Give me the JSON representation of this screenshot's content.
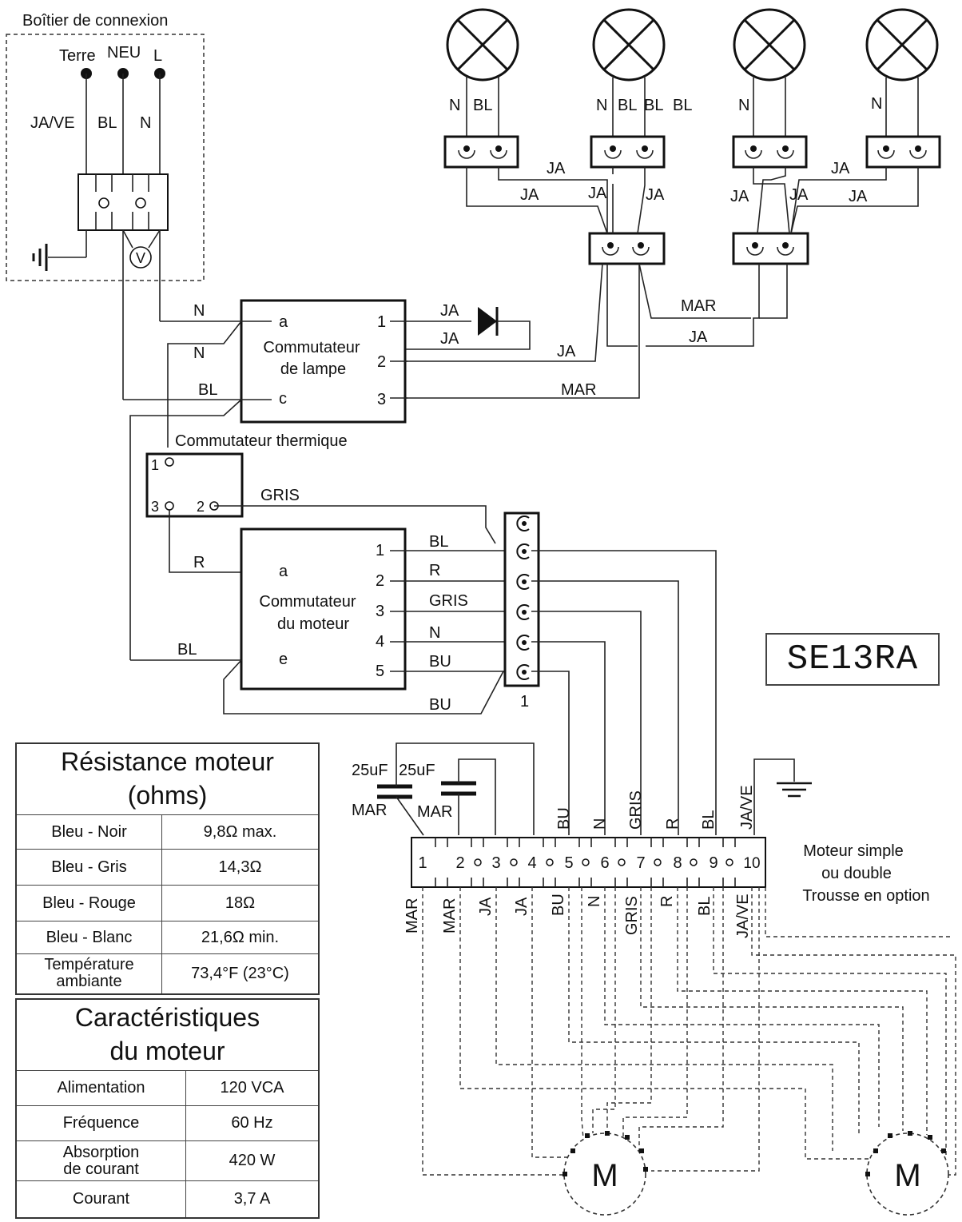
{
  "junction_box": {
    "title": "Boîtier de connexion",
    "terminals": [
      "Terre",
      "NEU",
      "L"
    ],
    "wires": [
      "JA/VE",
      "BL",
      "N"
    ],
    "meter": "V"
  },
  "lamp_switch": {
    "title_line1": "Commutateur",
    "title_line2": "de lampe",
    "pins_left": [
      "a",
      "c"
    ],
    "pins_right": [
      "1",
      "2",
      "3"
    ]
  },
  "thermal_switch": {
    "title": "Commutateur thermique",
    "pins": [
      "1",
      "3",
      "2"
    ]
  },
  "motor_switch": {
    "title_line1": "Commutateur",
    "title_line2": "du moteur",
    "pins_left": [
      "a",
      "e"
    ],
    "pins_right": [
      "1",
      "2",
      "3",
      "4",
      "5"
    ]
  },
  "connector": {
    "label": "1"
  },
  "model": "SE13RA",
  "capacitors": [
    {
      "value": "25uF",
      "wire": "MAR"
    },
    {
      "value": "25uF",
      "wire": "MAR"
    }
  ],
  "terminal_block": {
    "numbers": [
      "1",
      "2",
      "3",
      "4",
      "5",
      "6",
      "7",
      "8",
      "9",
      "10"
    ],
    "top_labels": [
      "BU",
      "N",
      "GRIS",
      "R",
      "BL",
      "JA/VE"
    ],
    "bottom_labels": [
      "MAR",
      "MAR",
      "JA",
      "JA",
      "BU",
      "N",
      "GRIS",
      "R",
      "BL",
      "JA/VE"
    ]
  },
  "motor_option": {
    "line1": "Moteur simple",
    "line2": "ou double",
    "line3": "Trousse en option"
  },
  "motor_symbol": "M",
  "wire_labels": {
    "lamp_top": [
      "N",
      "BL",
      "N",
      "BL",
      "BL",
      "BL",
      "N",
      "N"
    ],
    "lamp_mid": [
      "JA",
      "JA",
      "JA",
      "JA",
      "JA",
      "JA",
      "JA",
      "JA"
    ],
    "lamp_low": [
      "MAR",
      "JA"
    ],
    "switch_lamp": [
      "N",
      "N",
      "BL",
      "JA",
      "JA",
      "JA",
      "MAR"
    ],
    "thermal": [
      "GRIS",
      "R",
      "BL"
    ],
    "motor_sw": [
      "BL",
      "R",
      "GRIS",
      "N",
      "BU",
      "BU"
    ]
  },
  "resistance_table": {
    "title_line1": "Résistance moteur",
    "title_line2": "(ohms)",
    "rows": [
      {
        "label": "Bleu - Noir",
        "value": "9,8Ω max."
      },
      {
        "label": "Bleu - Gris",
        "value": "14,3Ω"
      },
      {
        "label": "Bleu - Rouge",
        "value": "18Ω"
      },
      {
        "label": "Bleu - Blanc",
        "value": "21,6Ω min."
      },
      {
        "label_line1": "Température",
        "label_line2": "ambiante",
        "value": "73,4°F (23°C)"
      }
    ]
  },
  "motor_table": {
    "title_line1": "Caractéristiques",
    "title_line2": "du moteur",
    "rows": [
      {
        "label": "Alimentation",
        "value": "120 VCA"
      },
      {
        "label": "Fréquence",
        "value": "60 Hz"
      },
      {
        "label_line1": "Absorption",
        "label_line2": "de courant",
        "value": "420 W"
      },
      {
        "label": "Courant",
        "value": "3,7 A"
      }
    ]
  }
}
